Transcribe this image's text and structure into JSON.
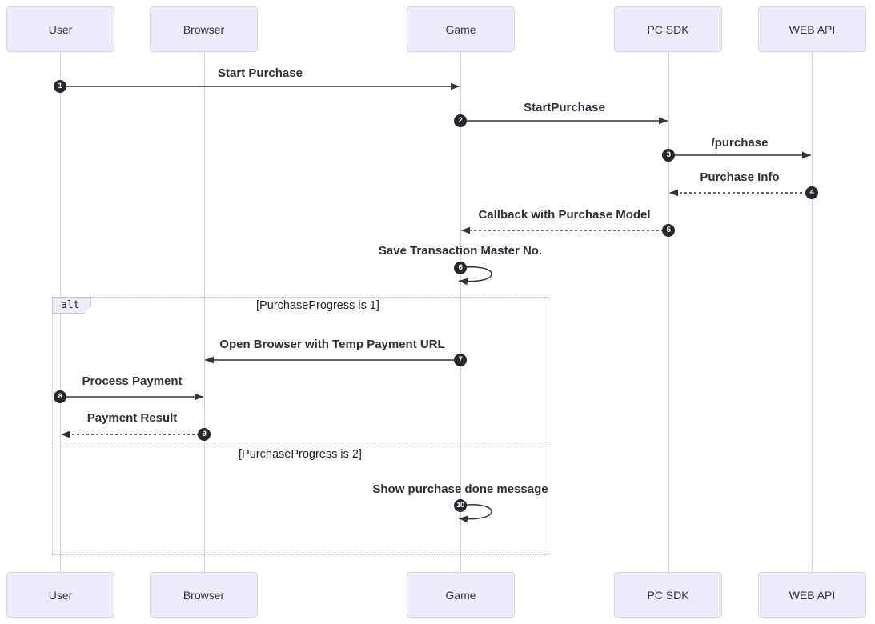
{
  "participants": [
    {
      "label": "User"
    },
    {
      "label": "Browser"
    },
    {
      "label": "Game"
    },
    {
      "label": "PC SDK"
    },
    {
      "label": "WEB API"
    }
  ],
  "messages": [
    {
      "num": "1",
      "label": "Start Purchase",
      "from": "User",
      "to": "Game",
      "line": "solid"
    },
    {
      "num": "2",
      "label": "StartPurchase",
      "from": "Game",
      "to": "PC SDK",
      "line": "solid"
    },
    {
      "num": "3",
      "label": "/purchase",
      "from": "PC SDK",
      "to": "WEB API",
      "line": "solid"
    },
    {
      "num": "4",
      "label": "Purchase Info",
      "from": "WEB API",
      "to": "PC SDK",
      "line": "dashed"
    },
    {
      "num": "5",
      "label": "Callback with Purchase Model",
      "from": "PC SDK",
      "to": "Game",
      "line": "dashed"
    },
    {
      "num": "6",
      "label": "Save Transaction Master No.",
      "from": "Game",
      "to": "Game",
      "line": "self"
    },
    {
      "num": "7",
      "label": "Open Browser with Temp Payment URL",
      "from": "Game",
      "to": "Browser",
      "line": "solid"
    },
    {
      "num": "8",
      "label": "Process Payment",
      "from": "User",
      "to": "Browser",
      "line": "solid"
    },
    {
      "num": "9",
      "label": "Payment Result",
      "from": "Browser",
      "to": "User",
      "line": "dashed"
    },
    {
      "num": "10",
      "label": "Show purchase done message",
      "from": "Game",
      "to": "Game",
      "line": "self"
    }
  ],
  "alt_frame": {
    "label": "alt",
    "branches": [
      {
        "condition": "[PurchaseProgress is 1]"
      },
      {
        "condition": "[PurchaseProgress is 2]"
      }
    ]
  },
  "colors": {
    "actor_fill": "#EDECFB",
    "actor_border": "#D5D2EE",
    "lifeline": "#CFCDE8",
    "arrow": "#333333",
    "number_fill": "#26262E",
    "number_text": "#FFFFFF",
    "frame_border": "#B9B3E6",
    "label_text": "#2F2F3A"
  }
}
